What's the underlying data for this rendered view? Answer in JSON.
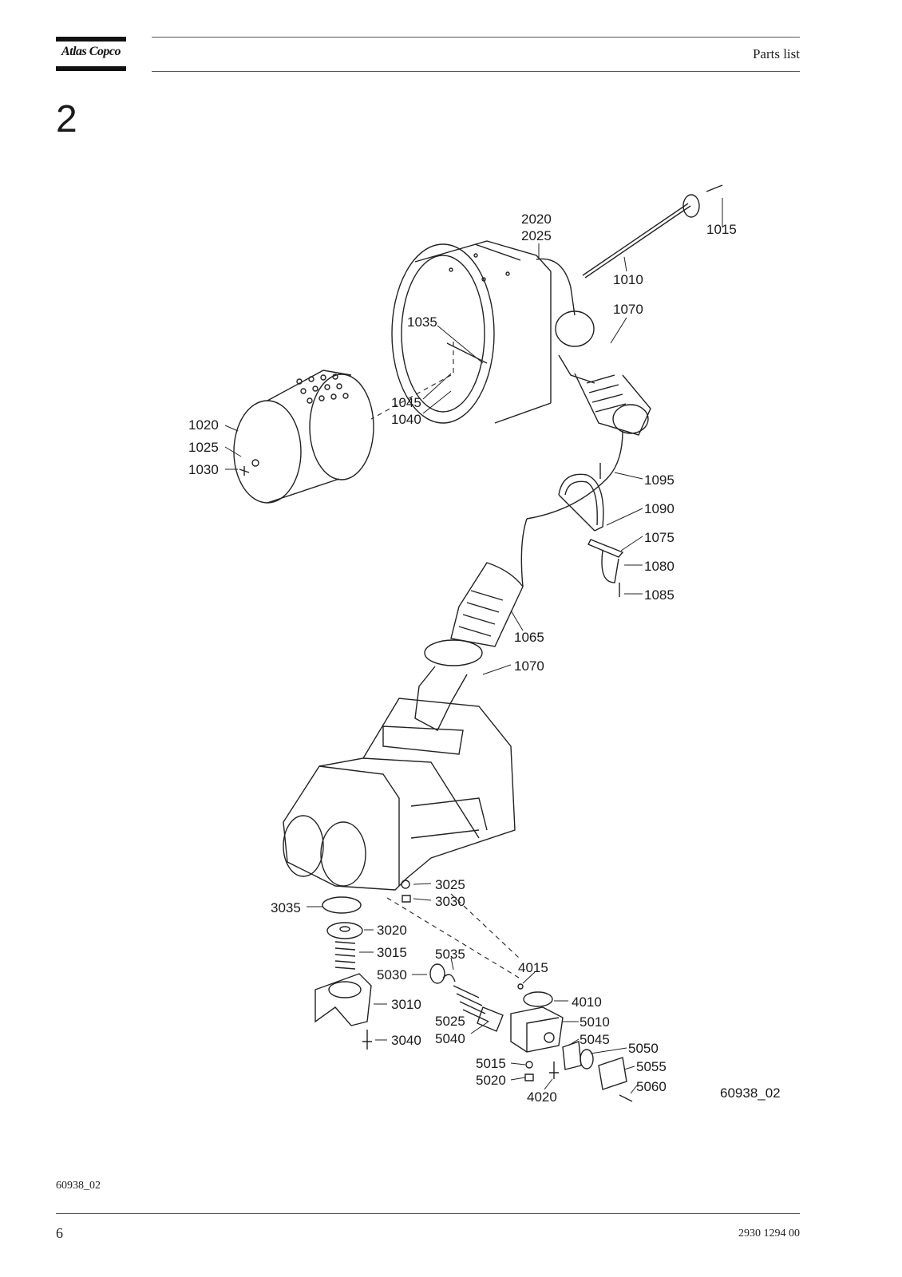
{
  "header": {
    "brand": "Atlas Copco",
    "title": "Parts list",
    "section_number": "2"
  },
  "diagram": {
    "figure_id": "60938_02",
    "labels": {
      "p2020": "2020",
      "p2025": "2025",
      "p1015": "1015",
      "p1010": "1010",
      "p1070a": "1070",
      "p1035": "1035",
      "p1045": "1045",
      "p1040": "1040",
      "p1020": "1020",
      "p1025": "1025",
      "p1030": "1030",
      "p1095": "1095",
      "p1090": "1090",
      "p1075": "1075",
      "p1080": "1080",
      "p1085": "1085",
      "p1065": "1065",
      "p1070b": "1070",
      "p3025": "3025",
      "p3030": "3030",
      "p3035": "3035",
      "p3020": "3020",
      "p3015": "3015",
      "p3010": "3010",
      "p3040": "3040",
      "p5035": "5035",
      "p5030": "5030",
      "p5025": "5025",
      "p5040": "5040",
      "p4015": "4015",
      "p4010": "4010",
      "p5010": "5010",
      "p5045": "5045",
      "p5050": "5050",
      "p5055": "5055",
      "p5060": "5060",
      "p5015": "5015",
      "p5020": "5020",
      "p4020": "4020"
    }
  },
  "footer": {
    "figure_caption": "60938_02",
    "page_number": "6",
    "document_number": "2930 1294 00"
  }
}
